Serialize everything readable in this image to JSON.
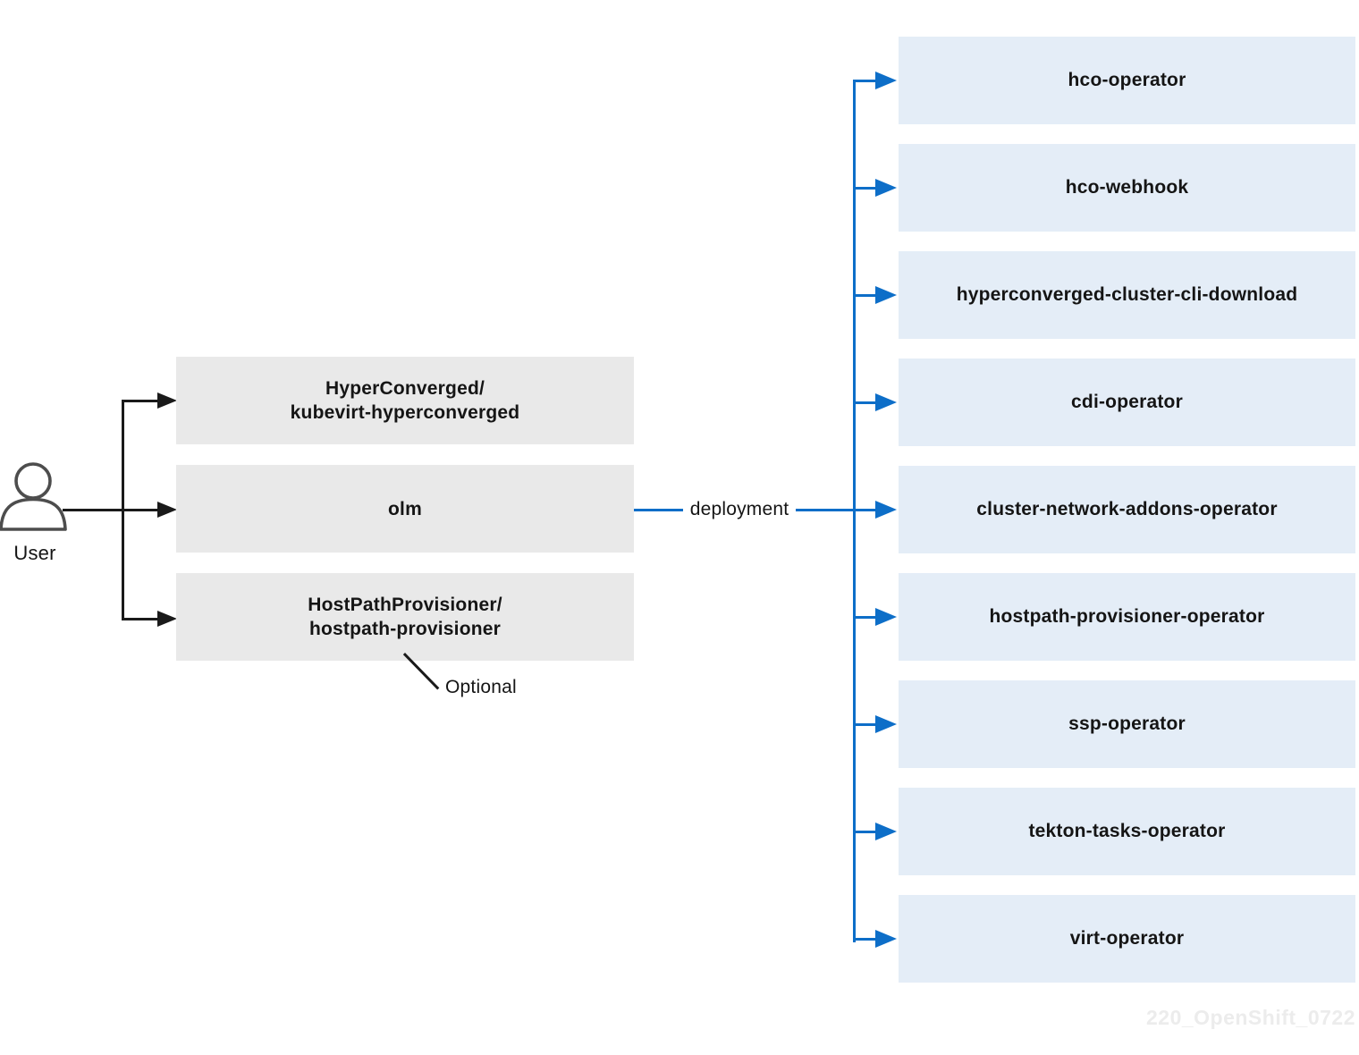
{
  "diagram": {
    "user": {
      "label": "User",
      "icon": "user-icon"
    },
    "left_boxes": [
      {
        "label": "HyperConverged/\nkubevirt-hyperconverged"
      },
      {
        "label": "olm"
      },
      {
        "label": "HostPathProvisioner/\nhostpath-provisioner"
      }
    ],
    "optional_label": "Optional",
    "edge_label": "deployment",
    "right_boxes": [
      {
        "label": "hco-operator"
      },
      {
        "label": "hco-webhook"
      },
      {
        "label": "hyperconverged-cluster-cli-download"
      },
      {
        "label": "cdi-operator"
      },
      {
        "label": "cluster-network-addons-operator"
      },
      {
        "label": "hostpath-provisioner-operator"
      },
      {
        "label": "ssp-operator"
      },
      {
        "label": "tekton-tasks-operator"
      },
      {
        "label": "virt-operator"
      }
    ],
    "watermark": "220_OpenShift_0722"
  },
  "colors": {
    "blue": "#0d6ec8",
    "blue_box": "#e4edf7",
    "gray_box": "#e9e9e9",
    "line_black": "#1a1a1a",
    "text": "#151515",
    "icon_stroke": "#4d4d4d",
    "watermark": "#ececec"
  }
}
